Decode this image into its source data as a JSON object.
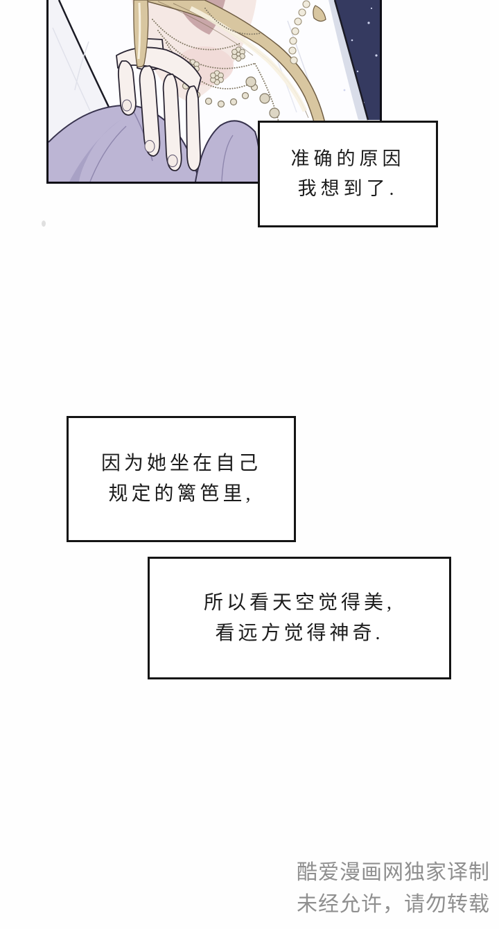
{
  "panel": {
    "description": "manhwa panel: blonde character in white gown with jewelled necklaces, hand on chest, lavender fabric, night sky corner",
    "colors": {
      "sky": "#353a60",
      "star": "#cfd4ee",
      "hair": "#d8c6a0",
      "hair_outline": "#6e5c42",
      "hair_highlight": "#f7f1e0",
      "skin": "#f5e8e4",
      "skin_shadow": "#c9a7a9",
      "hand_skin": "#f7f0ed",
      "garment_shade": "#ccd1e2",
      "lavender": "#bcb5d4",
      "lavender_fold": "#8e86ad",
      "jewelry": "#e8e2d2",
      "jewelry_outline": "#837a66",
      "outline": "#1a1a24"
    }
  },
  "speech_boxes": [
    {
      "lines": [
        "准确的原因",
        "我想到了."
      ]
    },
    {
      "lines": [
        "因为她坐在自己",
        "规定的篱笆里,"
      ]
    },
    {
      "lines": [
        "所以看天空觉得美,",
        "看远方觉得神奇."
      ]
    }
  ],
  "watermark": {
    "lines": [
      "酷爱漫画网独家译制",
      "未经允许，请勿转载"
    ],
    "color": "#8f8f8f"
  }
}
